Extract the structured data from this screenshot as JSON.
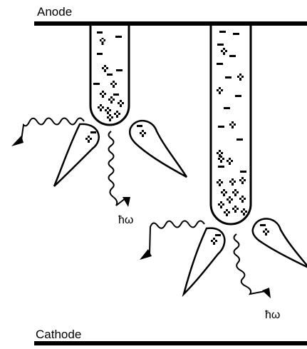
{
  "electrodes": {
    "top_label": "Anode",
    "bottom_label": "Cathode"
  },
  "emission": {
    "photon_symbol": "ħω"
  },
  "colors": {
    "line": "#000000",
    "background": "#ffffff"
  },
  "streamers": [
    {
      "name": "short-streamer",
      "plus_marks": 10,
      "minus_marks": 7
    },
    {
      "name": "long-streamer",
      "plus_marks": 18,
      "minus_marks": 12
    }
  ],
  "side_lobes": [
    {
      "name": "left-lobe-short",
      "charge": "+"
    },
    {
      "name": "right-lobe-short",
      "charge": "+"
    },
    {
      "name": "left-lobe-long",
      "charge": "+"
    },
    {
      "name": "right-lobe-long",
      "charge": "+"
    }
  ]
}
